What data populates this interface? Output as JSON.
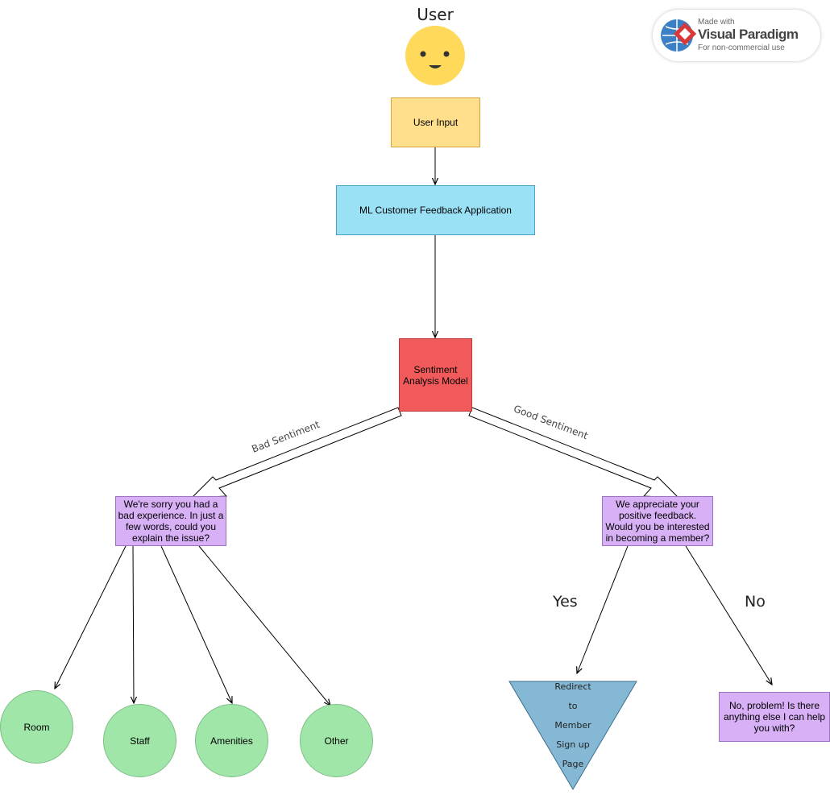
{
  "user_label": "User",
  "user_input": "User Input",
  "ml_app": "ML Customer Feedback Application",
  "sentiment_model": "Sentiment Analysis Model",
  "bad_sentiment": "Bad Sentiment",
  "good_sentiment": "Good Sentiment",
  "bad_response": "We're sorry you had a bad experience. In just a few words, could you explain the issue?",
  "good_response": "We appreciate your positive feedback. Would you be interested in becoming a member?",
  "categories": {
    "room": "Room",
    "staff": "Staff",
    "amenities": "Amenities",
    "other": "Other"
  },
  "yes_label": "Yes",
  "no_label": "No",
  "redirect_lines": [
    "Redirect",
    "to",
    "Member",
    "Sign up",
    "Page"
  ],
  "no_response": "No, problem! Is there anything else I can help you with?",
  "watermark": {
    "made_with": "Made with",
    "brand": "Visual Paradigm",
    "license": "For non-commercial use"
  },
  "colors": {
    "user_face": "#ffd95a",
    "user_input": "#ffde8c",
    "ml_app": "#9ae1f5",
    "model": "#f05a5a",
    "response": "#d7b0f5",
    "category": "#a0e6a9",
    "redirect": "#85b8d5"
  }
}
